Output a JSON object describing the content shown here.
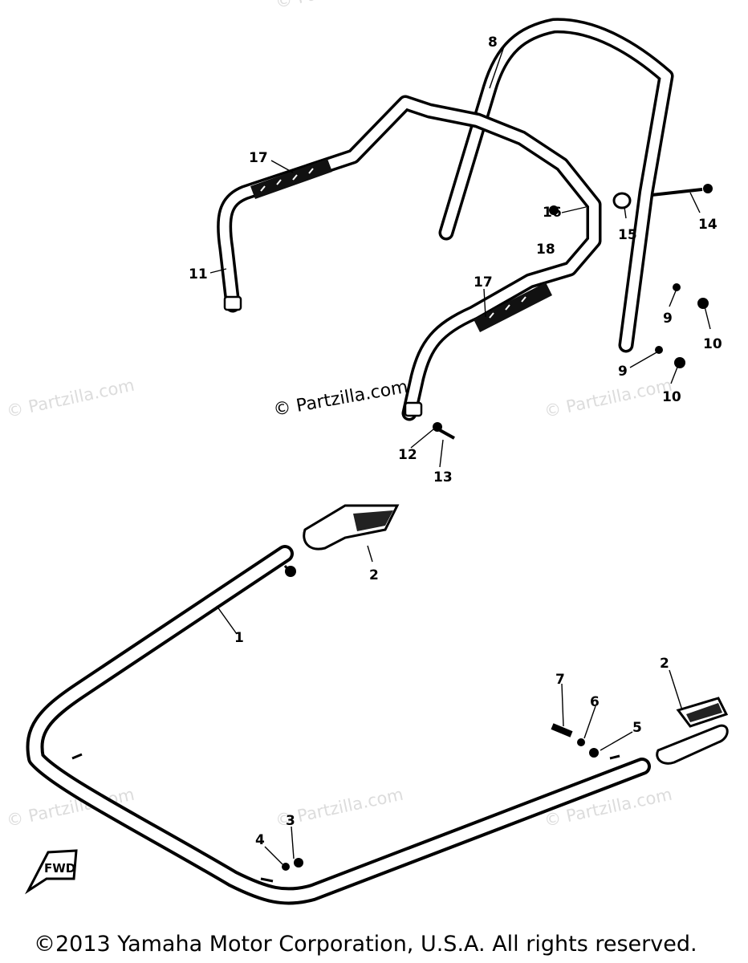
{
  "diagram": {
    "callouts": [
      "8",
      "17",
      "11",
      "16",
      "18",
      "15",
      "14",
      "17",
      "9",
      "10",
      "9",
      "10",
      "12",
      "13",
      "2",
      "1",
      "2",
      "7",
      "6",
      "5",
      "3",
      "4"
    ],
    "watermark_main": "© Partzilla.com",
    "watermarks": [
      "© Partzilla.com",
      "© Partzilla.com",
      "© Partzilla.com",
      "© Partzilla.com",
      "© Partzilla.com",
      "© Partzilla.com"
    ],
    "fwd_label": "FWD",
    "copyright": "©2013  Yamaha Motor Corporation, U.S.A. All rights reserved."
  }
}
